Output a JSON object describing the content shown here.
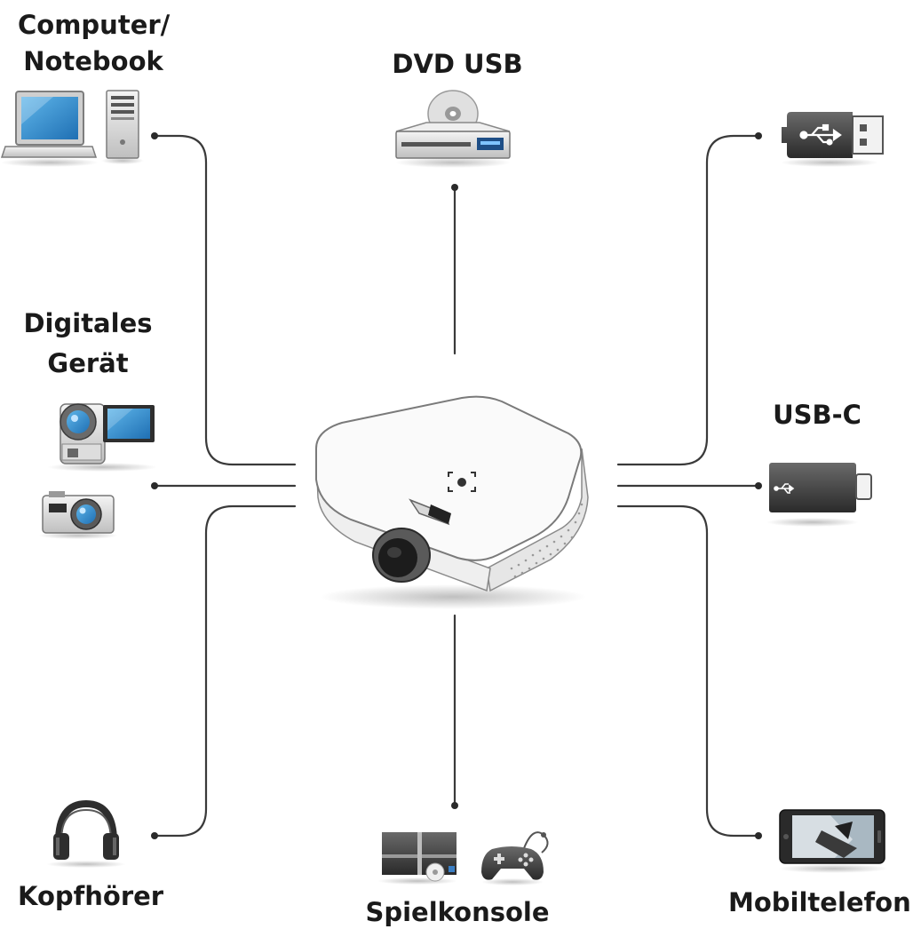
{
  "labels": {
    "computer_line1": "Computer/",
    "computer_line2": "Notebook",
    "dvd": "DVD USB",
    "digital_line1": "Digitales",
    "digital_line2": "Gerät",
    "usbc": "USB-C",
    "headphones": "Kopfhörer",
    "console": "Spielkonsole",
    "mobile": "Mobiltelefon"
  },
  "icons": [
    "laptop-icon",
    "desktop-tower-icon",
    "dvd-player-icon",
    "usb-stick-icon",
    "camcorder-icon",
    "camera-icon",
    "usb-c-adapter-icon",
    "headphones-icon",
    "game-console-icon",
    "gamepad-icon",
    "mobile-phone-icon",
    "projector-icon"
  ]
}
